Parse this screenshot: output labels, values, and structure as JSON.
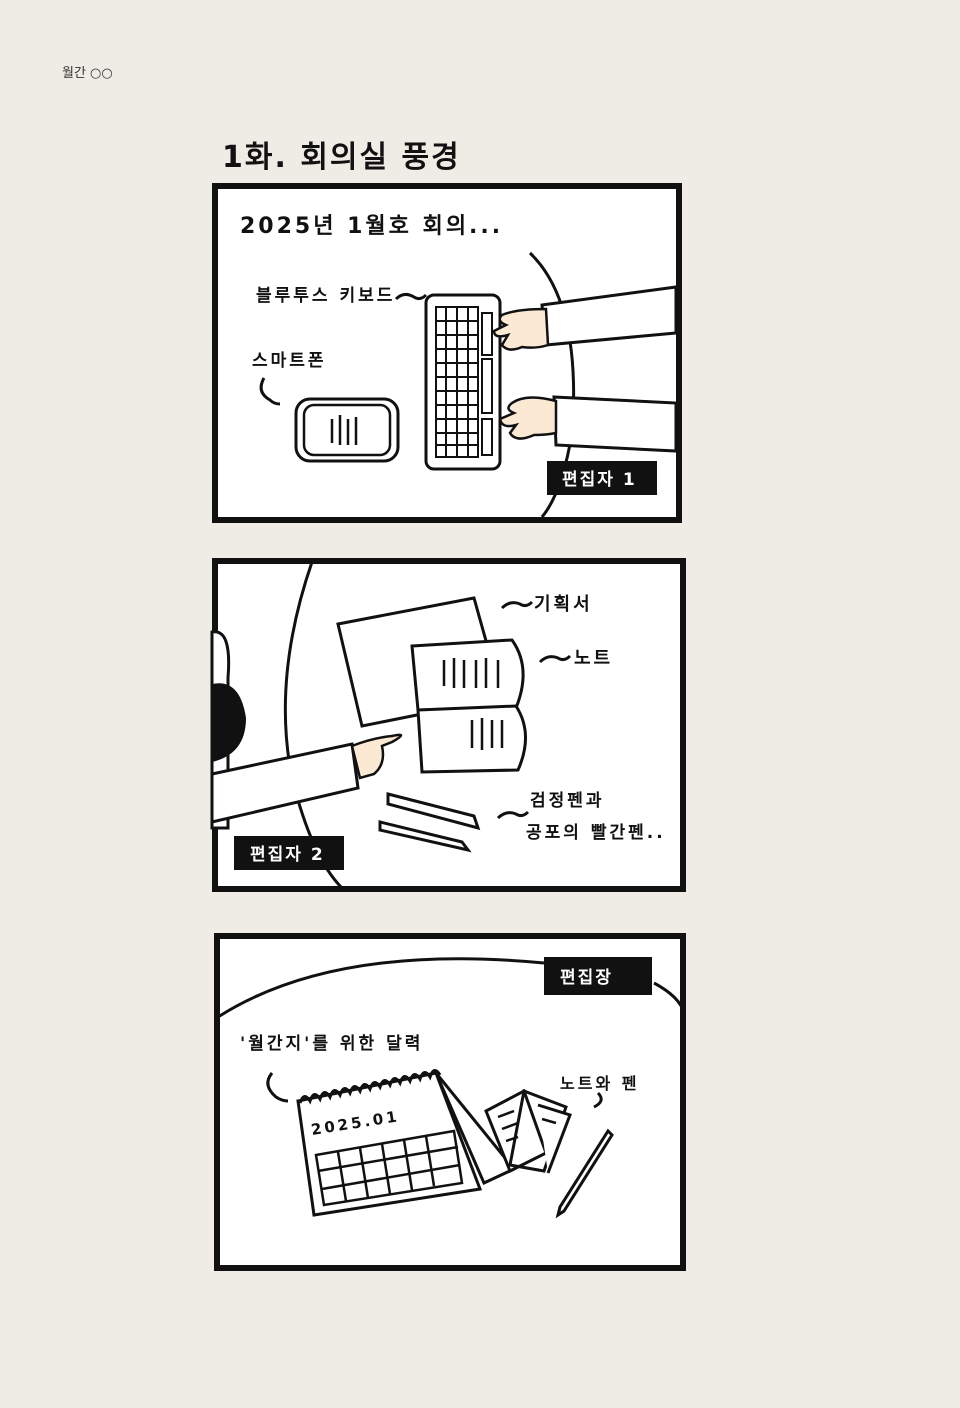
{
  "header": {
    "magazine": "월간 ○○"
  },
  "title": "1화. 회의실 풍경",
  "panels": [
    {
      "caption": "2025년 1월호 회의...",
      "labels": {
        "keyboard": "블루투스 키보드",
        "phone": "스마트폰"
      },
      "tag": "편집자 1"
    },
    {
      "labels": {
        "proposal": "기획서",
        "note": "노트",
        "pens_line1": "검정펜과",
        "pens_line2": "공포의 빨간펜.."
      },
      "tag": "편집자 2"
    },
    {
      "tag": "편집장",
      "labels": {
        "calendar": "'월간지'를 위한 달력",
        "note_pen": "노트와 펜",
        "calendar_date": "2025.01"
      }
    }
  ],
  "colors": {
    "background": "#efebe5",
    "skin": "#fbe9d4",
    "ink": "#111111"
  }
}
